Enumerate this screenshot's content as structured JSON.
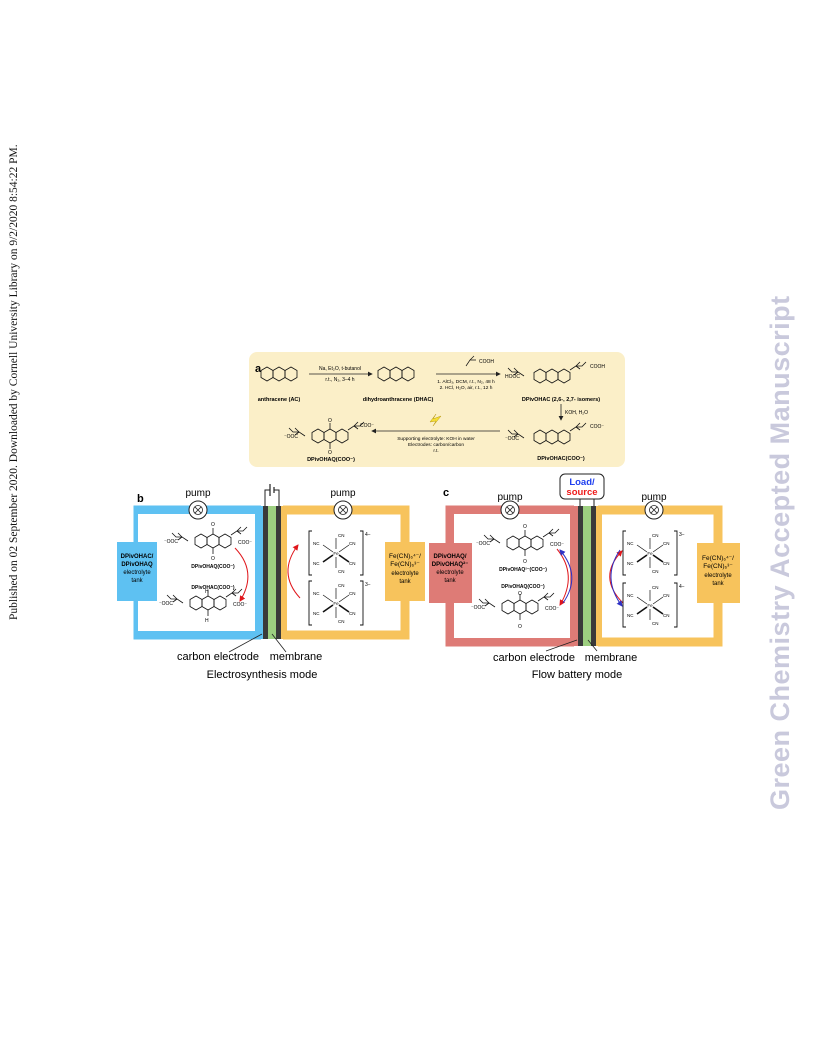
{
  "side_text": {
    "left": "Published on 02 September 2020. Downloaded by Cornell University Library on 9/2/2020 8:54:22 PM.",
    "right": "Green Chemistry Accepted Manuscript"
  },
  "panel_a": {
    "label": "a",
    "step1_reagents_line1": "Na, Et₂O, t-butanol",
    "step1_reagents_line2": "r.t., N₂, 3–4 h",
    "step2_reagent": "COOH",
    "step2_line1": "1. AlCl₃, DCM, r.t., N₂, 48 h",
    "step2_line2": "2. HCl, H₂O, air, r.t., 12 h",
    "step3_reagents": "KOH, H₂O",
    "step4_line1": "Supporting electrolyte: KOH in water",
    "step4_line2": "Electrodes: carbon/carbon",
    "step4_line3": "r.t.",
    "compound_ac": "anthracene (AC)",
    "compound_dhac": "dihydroanthracene (DHAC)",
    "compound_dpivohac": "DPivOHAC (2,6-, 2,7- isomers)",
    "compound_dpivohac_coo": "DPivOHAC(COO⁻)",
    "compound_dpivohaq_coo": "DPivOHAQ(COO⁻)",
    "group_hooc": "HOOC",
    "group_cooh": "COOH",
    "group_coo": "COO⁻",
    "group_ooc": "⁻OOC"
  },
  "panel_b": {
    "label": "b",
    "pump_label": "pump",
    "left_tank_line1": "DPivOHAC/",
    "left_tank_line2": "DPivOHAQ",
    "left_tank_line3": "electrolyte",
    "left_tank_line4": "tank",
    "right_tank_line1": "Fe(CN)₆⁴⁻/",
    "right_tank_line2": "Fe(CN)₆³⁻",
    "right_tank_line3": "electrolyte",
    "right_tank_line4": "tank",
    "mol_top": "DPivOHAQ(COO⁻)",
    "mol_bottom": "DPivOHAC(COO⁻)",
    "charge_top": "4−",
    "charge_bottom": "3−",
    "electrode_label": "carbon electrode",
    "membrane_label": "membrane",
    "mode": "Electrosynthesis mode"
  },
  "panel_c": {
    "label": "c",
    "pump_label": "pump",
    "load_line1": "Load/",
    "load_line2": "source",
    "left_tank_line1": "DPivOHAQ/",
    "left_tank_line2": "DPivOHAQ²⁻",
    "left_tank_line3": "electrolyte",
    "left_tank_line4": "tank",
    "right_tank_line1": "Fe(CN)₆⁴⁻/",
    "right_tank_line2": "Fe(CN)₆³⁻",
    "right_tank_line3": "electrolyte",
    "right_tank_line4": "tank",
    "mol_top": "DPivOHAQ²⁻(COO⁻)",
    "mol_bottom": "DPivOHAQ(COO⁻)",
    "charge_top": "3−",
    "charge_bottom": "4−",
    "electrode_label": "carbon electrode",
    "membrane_label": "membrane",
    "mode": "Flow battery mode"
  },
  "fe_ligands": {
    "nc": "NC",
    "cn": "CN",
    "fe": "Fe"
  },
  "molecule_o": "O",
  "molecule_h": "H",
  "colors": {
    "panel_a_bg": "#fbefc8",
    "blue": "#5ec1f2",
    "orange": "#f7c35c",
    "red": "#de7b76",
    "membrane_green": "#9dcf80",
    "arrow_red": "#e0161b",
    "arrow_blue": "#2d30c4",
    "load_blue": "#1e3ff0",
    "load_red": "#ee1a1a"
  }
}
